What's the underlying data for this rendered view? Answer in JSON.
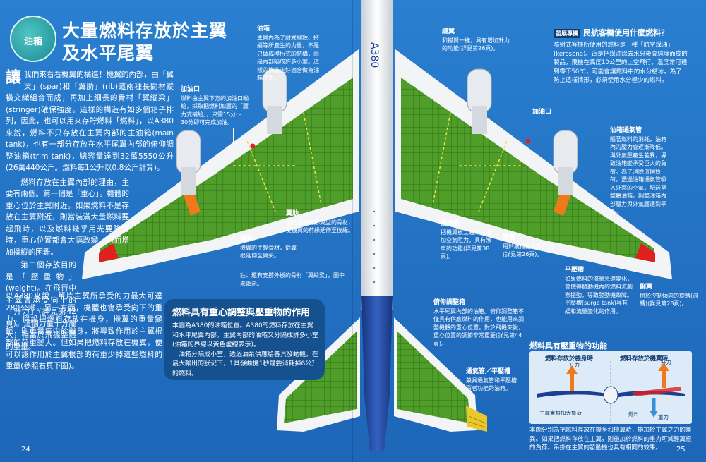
{
  "badge": "油箱",
  "title_line1": "大量燃料存放於主翼",
  "title_line2": "及水平尾翼",
  "body": {
    "dropcap": "讓",
    "p1": "我們來看看機翼的構造！機翼的內部，由「翼梁」(spar)和「翼肋」(rib)這兩種長間材縱橫交織組合而成，再加上細長的骨材「翼縱梁」(stringer)確保強度。這樣的構造有如多個箱子排列，因此，也可以用來存貯燃料「燃料」，以A380來說，燃料不只存放在主翼內部的主油箱(main tank)，也有一部分存放在水平尾翼內部的俯仰調整油箱(trim tank)，總容量達到32萬5550公升(26萬440公斤。燃料每1公升以0.8公斤計算)。",
    "p2": "燃料存放在主翼內部的理由，主要有兩個。第一個是「重心」。機體的重心位於主翼附近。如果燃料不是存放在主翼附近，則當裝滿大量燃料要起飛時，以及燃料幾乎用光要降落時，重心位置都會大幅改變，因而增加操縱的困難。",
    "p3": "第二個存放目的是「壓重物」(weight)。在飛行中主翼會承受向上的「升力」(詳見第42頁)。這個力量十分龐大，相當於飛機整體的重量。",
    "p4": "以A380來說，單片主翼所承受的力最大可達280公噸。另一方面，機體也會承受向下的重力。假設把燃料存放在機身，機翼的重量變輕，則重量集中於機身，將導致作用於主翼根部的荷重變大。但如果把燃料存放在機翼，便可以讓作用於主翼根部的荷重少掉這些燃料的重量(參照右頁下圖)。"
  },
  "notes": {
    "fuel_tank_h": "油箱",
    "fuel_tank_t": "主翼內為了耐受翱蝕、持續等所產生的力量，不是只做成模桁式的結構，而是內部隔成許多小室。這樣的構造正好適合做為油箱使用。",
    "filler_h": "加油口",
    "filler_t": "燃料由主翼下方的加油口輸給，採取把燃料加壓的「壓力式補給」，只需15分～30分即可完成加油。",
    "rib_h": "翼肋",
    "rib_t": "創造出流線形翼型的骨材，從機翼的前緣延伸至後緣。",
    "spar_h": "翼梁",
    "spar_t": "機翼的主幹骨材，從翼根延伸至翼尖。",
    "footnote": "註：還有支撐外板的骨材「翼縱梁」，圖中未顯示。",
    "slat_h": "縫翼",
    "slat_t": "和襟翼一樣，具有增加升力的功能(詳見第26頁)。",
    "filler2_h": "加油口",
    "vent_h": "油箱通氣管",
    "vent_t": "隨著燃料的消耗，油箱內的壓力會逐漸降低。與外氣壓產生差異，導致油箱變承受巨大的負荷。為了消除這個負荷，透過油箱通氣管吸入外面的空氣，配送至整體油箱，調整油箱內部壓力與外氣壓達到平衡。",
    "spoiler_h": "擾流板",
    "spoiler_t": "把機翼板立起來，增加空氣阻力，具有煞車的功能(詳見第38頁)。",
    "flap_h": "襟翼",
    "flap_t": "用於獲得更大的升力(詳見第26頁)。",
    "surge_h": "平壓槽",
    "surge_t": "如果燃料的流量急速變化，會使得發動機內的燃料流劇烈振動，導致發動機故障。平壓槽(surge tank)具有緩和流量變化的作用。",
    "aileron_h": "副翼",
    "aileron_t": "用於控制傾向的旋轉(滾轉)(詳見第28頁)。",
    "trim_h": "俯仰調整箱",
    "trim_t": "水平尾翼內部的油箱。俯仰調整箱不僅具有供應燃料的作用，也能用來調整機體的重心位置。對於飛機來說，重心位置的調節非常重要(詳見第44頁)。",
    "hstab_h": "通氣管／平壓槽",
    "hstab_t": "兼具通氣管和平壓槽兩者功能的油箱。"
  },
  "infobox": {
    "heading": "燃料具有重心調整與壓重物的作用",
    "text1": "本圖為A380的油箱位置。A380的燃料存放在主翼和水平尾翼內部。主翼內部的油箱又分隔成許多小室(油箱的界線以黃色虛線表示)。",
    "text2": "油箱分隔成小室，透過油泵供應給各具發動機，在最大輸出的狀況下，1具發動機1秒鐘要消耗掉6公升的燃料。"
  },
  "question": {
    "tag": "發展專欄",
    "heading": "民航客機使用什麼燃料？",
    "text": "噴射式客機所使用的燃料是一種「航空煤油」(kerosene)。這是把煤油除去水分後高純度而成的製品，飛機在高度10公里的上空飛行，溫度常可達到零下50℃，可能會讓燃料中的水分結冰。為了防止這樣情形，必須使用水分極少的燃料。"
  },
  "effect": {
    "heading": "燃料具有壓重物的功能",
    "left_label": "燃料存放於機身時",
    "right_label": "燃料存放於機翼時",
    "lift1": "升力",
    "lift2": "升力",
    "load_label": "主翼實根加大負荷",
    "fuel_label": "燃料",
    "gravity_label": "重力",
    "caption": "本圖分別為把燃料存放在機身和機翼時，施加於主翼之力的差異。如果把燃料存放在主翼，則施加於燃料的重力可減輕翼根的負荷。吊掛在主翼的發動機也具有相同的效果。"
  },
  "page_left": "24",
  "page_right": "25",
  "colors": {
    "background": "#2478c8",
    "tank_green": "#4f9e2a",
    "surge_red": "#e01f1f",
    "trim_yellow": "#e8c82a",
    "body_white": "#f2f4f6",
    "fuselage_blue": "#1c3f93"
  }
}
